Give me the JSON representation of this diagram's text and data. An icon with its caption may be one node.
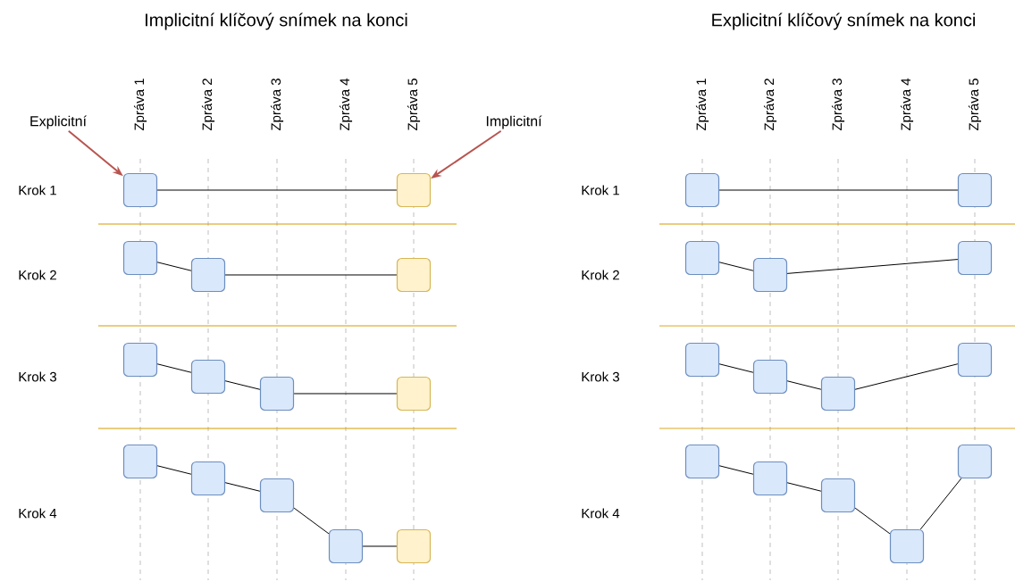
{
  "diagram": {
    "nodes": [
      {
        "text": [
          "Explicitní"
        ]
      },
      {
        "text": [
          "Implicitní"
        ]
      },
      {
        "text": [],
        "shape": "box"
      },
      {
        "text": [],
        "shape": "box"
      },
      {
        "text": [],
        "shape": "box"
      },
      {
        "text": [],
        "shape": "box"
      },
      {
        "text": [],
        "shape": "box"
      },
      {
        "text": [],
        "shape": "box"
      },
      {
        "text": [],
        "shape": "box"
      },
      {
        "text": [],
        "shape": "box"
      },
      {
        "text": [],
        "shape": "box"
      },
      {
        "text": [],
        "shape": "box"
      },
      {
        "text": [],
        "shape": "box"
      },
      {
        "text": [],
        "shape": "box"
      },
      {
        "text": [],
        "shape": "box"
      },
      {
        "text": [],
        "shape": "box"
      },
      {
        "text": [],
        "shape": "box"
      },
      {
        "text": [],
        "shape": "box"
      },
      {
        "text": [],
        "shape": "box"
      },
      {
        "text": [],
        "shape": "box"
      },
      {
        "text": [],
        "shape": "box"
      },
      {
        "text": [],
        "shape": "box"
      },
      {
        "text": [],
        "shape": "box"
      },
      {
        "text": [],
        "shape": "box"
      },
      {
        "text": [],
        "shape": "box"
      },
      {
        "text": [],
        "shape": "box"
      },
      {
        "text": [],
        "shape": "box"
      },
      {
        "text": [],
        "shape": "box"
      },
      {
        "text": [],
        "shape": "box"
      },
      {
        "text": [],
        "shape": "box"
      }
    ],
    "edges": [
      {
        "from": 0,
        "to": 2,
        "arrow": "to",
        "color": "#b85450"
      },
      {
        "from": 1,
        "to": 3,
        "arrow": "to",
        "color": "#b85450"
      },
      {
        "from": 2,
        "to": 3,
        "arrow": "none"
      },
      {
        "from": 4,
        "to": 5,
        "arrow": "none"
      },
      {
        "from": 5,
        "to": 6,
        "arrow": "none"
      },
      {
        "from": 7,
        "to": 8,
        "arrow": "none"
      },
      {
        "from": 8,
        "to": 9,
        "arrow": "none"
      },
      {
        "from": 9,
        "to": 10,
        "arrow": "none"
      },
      {
        "from": 11,
        "to": 12,
        "arrow": "none"
      },
      {
        "from": 12,
        "to": 13,
        "arrow": "none"
      },
      {
        "from": 13,
        "to": 14,
        "arrow": "none"
      },
      {
        "from": 14,
        "to": 15,
        "arrow": "none"
      },
      {
        "from": 16,
        "to": 17,
        "arrow": "none"
      },
      {
        "from": 18,
        "to": 19,
        "arrow": "none"
      },
      {
        "from": 19,
        "to": 20,
        "arrow": "none"
      },
      {
        "from": 21,
        "to": 22,
        "arrow": "none"
      },
      {
        "from": 22,
        "to": 23,
        "arrow": "none"
      },
      {
        "from": 23,
        "to": 24,
        "arrow": "none"
      },
      {
        "from": 25,
        "to": 26,
        "arrow": "none"
      },
      {
        "from": 26,
        "to": 27,
        "arrow": "none"
      },
      {
        "from": 27,
        "to": 28,
        "arrow": "none"
      },
      {
        "from": 28,
        "to": 29,
        "arrow": "none"
      }
    ],
    "labels": [
      "Implicitní klíčový snímek na konci",
      "Explicitní klíčový snímek na konci",
      "Zpráva 1",
      "Zpráva 2",
      "Zpráva 3",
      "Zpráva 4",
      "Zpráva 5",
      "Zpráva 1",
      "Zpráva 2",
      "Zpráva 3",
      "Zpráva 4",
      "Zpráva 5",
      "Krok 1",
      "Krok 2",
      "Krok 3",
      "Krok 4",
      "Krok 1",
      "Krok 2",
      "Krok 3",
      "Krok 4"
    ]
  }
}
